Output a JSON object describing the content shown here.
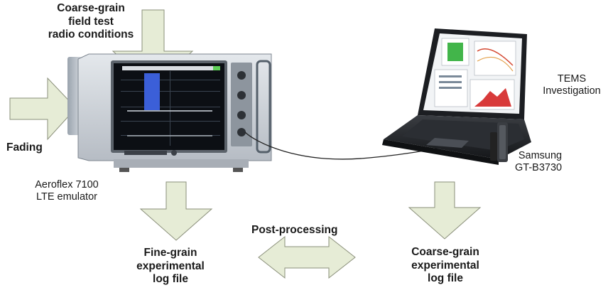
{
  "top_input": {
    "lines": [
      "Coarse-grain",
      "field test",
      "radio conditions"
    ]
  },
  "left_input": {
    "label": "Fading"
  },
  "emulator": {
    "lines": [
      "Aeroflex 7100",
      "LTE emulator"
    ]
  },
  "software": {
    "lines": [
      "TEMS",
      "Investigation"
    ]
  },
  "device": {
    "lines": [
      "Samsung",
      "GT-B3730"
    ]
  },
  "processing": {
    "label": "Post-processing"
  },
  "outputs": {
    "fine": {
      "lines": [
        "Fine-grain",
        "experimental",
        "log file"
      ]
    },
    "coarse": {
      "lines": [
        "Coarse-grain",
        "experimental",
        "log file"
      ]
    }
  },
  "colors": {
    "arrow_fill": "#e6ecd6",
    "arrow_stroke": "#8a8f7a",
    "accent_blue": "#3b5fd8"
  }
}
